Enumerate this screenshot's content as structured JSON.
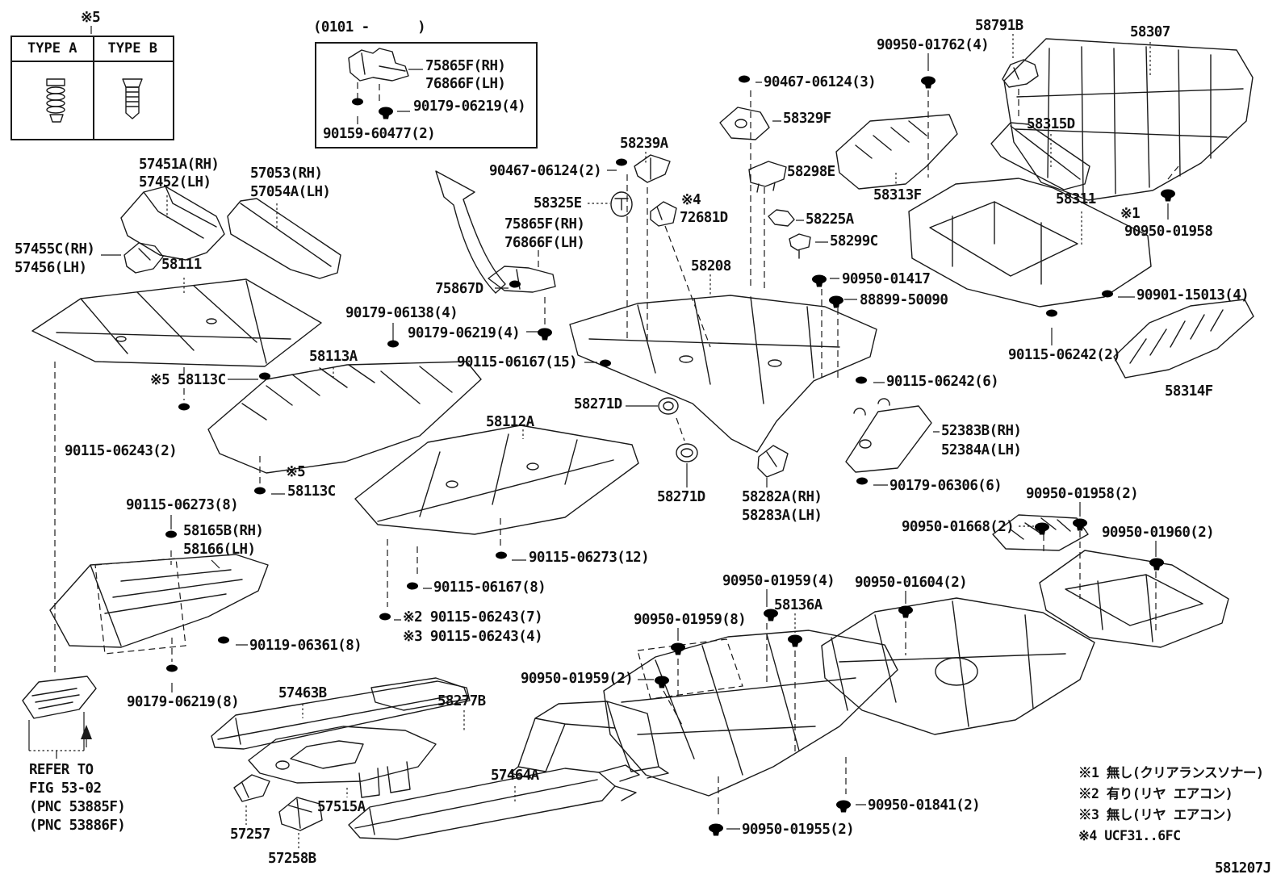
{
  "doc": {
    "code": "581207J"
  },
  "legend": {
    "ref": "※5",
    "type_a": "TYPE A",
    "type_b": "TYPE B"
  },
  "inset": {
    "range": "(0101 -      )"
  },
  "ref_note": {
    "l1": "REFER TO",
    "l2": "FIG 53-02",
    "l3": "(PNC 53885F)",
    "l4": "(PNC 53886F)"
  },
  "notes": {
    "n1": "※1 無し(クリアランスソナー)",
    "n2": "※2 有り(リヤ エアコン)",
    "n3": "※3 無し(リヤ エアコン)",
    "n4": "※4 UCF31..6FC"
  },
  "labels": [
    {
      "text": "75865F(RH)"
    },
    {
      "text": "76866F(LH)"
    },
    {
      "text": "90179-06219(4)"
    },
    {
      "text": "90159-60477(2)"
    },
    {
      "text": "57451A(RH)"
    },
    {
      "text": "57452(LH)"
    },
    {
      "text": "57053(RH)"
    },
    {
      "text": "57054A(LH)"
    },
    {
      "text": "57455C(RH)"
    },
    {
      "text": "57456(LH)"
    },
    {
      "text": "58111"
    },
    {
      "text": "58791B"
    },
    {
      "text": "58307"
    },
    {
      "text": "90950-01762(4)"
    },
    {
      "text": "90467-06124(3)"
    },
    {
      "text": "58329F"
    },
    {
      "text": "58315D"
    },
    {
      "text": "58298E"
    },
    {
      "text": "58313F"
    },
    {
      "text": "58311"
    },
    {
      "text": "※1"
    },
    {
      "text": "90950-01958"
    },
    {
      "text": "90467-06124(2)"
    },
    {
      "text": "58239A"
    },
    {
      "text": "58325E"
    },
    {
      "text": "※4"
    },
    {
      "text": "72681D"
    },
    {
      "text": "75865F(RH)"
    },
    {
      "text": "76866F(LH)"
    },
    {
      "text": "58299C"
    },
    {
      "text": "58225A"
    },
    {
      "text": "58208"
    },
    {
      "text": "75867D"
    },
    {
      "text": "90179-06138(4)"
    },
    {
      "text": "90179-06219(4)"
    },
    {
      "text": "90115-06167(15)"
    },
    {
      "text": "58113A"
    },
    {
      "text": "※5 58113C"
    },
    {
      "text": "90115-06243(2)"
    },
    {
      "text": "90950-01417"
    },
    {
      "text": "88899-50090"
    },
    {
      "text": "90901-15013(4)"
    },
    {
      "text": "90115-06242(2)"
    },
    {
      "text": "58314F"
    },
    {
      "text": "90115-06242(6)"
    },
    {
      "text": "58271D"
    },
    {
      "text": "58112A"
    },
    {
      "text": "※5"
    },
    {
      "text": "58113C"
    },
    {
      "text": "90115-06273(8)"
    },
    {
      "text": "58165B(RH)"
    },
    {
      "text": "58166(LH)"
    },
    {
      "text": "90119-06361(8)"
    },
    {
      "text": "90179-06219(8)"
    },
    {
      "text": "57463B"
    },
    {
      "text": "58277B"
    },
    {
      "text": "57464A"
    },
    {
      "text": "57515A"
    },
    {
      "text": "57257"
    },
    {
      "text": "57258B"
    },
    {
      "text": "90115-06273(12)"
    },
    {
      "text": "90115-06167(8)"
    },
    {
      "text": "※2 90115-06243(7)"
    },
    {
      "text": "※3 90115-06243(4)"
    },
    {
      "text": "58271D"
    },
    {
      "text": "58282A(RH)"
    },
    {
      "text": "58283A(LH)"
    },
    {
      "text": "52383B(RH)"
    },
    {
      "text": "52384A(LH)"
    },
    {
      "text": "90179-06306(6)"
    },
    {
      "text": "90950-01958(2)"
    },
    {
      "text": "90950-01668(2)"
    },
    {
      "text": "90950-01960(2)"
    },
    {
      "text": "90950-01959(4)"
    },
    {
      "text": "90950-01604(2)"
    },
    {
      "text": "58136A"
    },
    {
      "text": "90950-01959(8)"
    },
    {
      "text": "90950-01959(2)"
    },
    {
      "text": "90950-01841(2)"
    },
    {
      "text": "90950-01955(2)"
    }
  ]
}
